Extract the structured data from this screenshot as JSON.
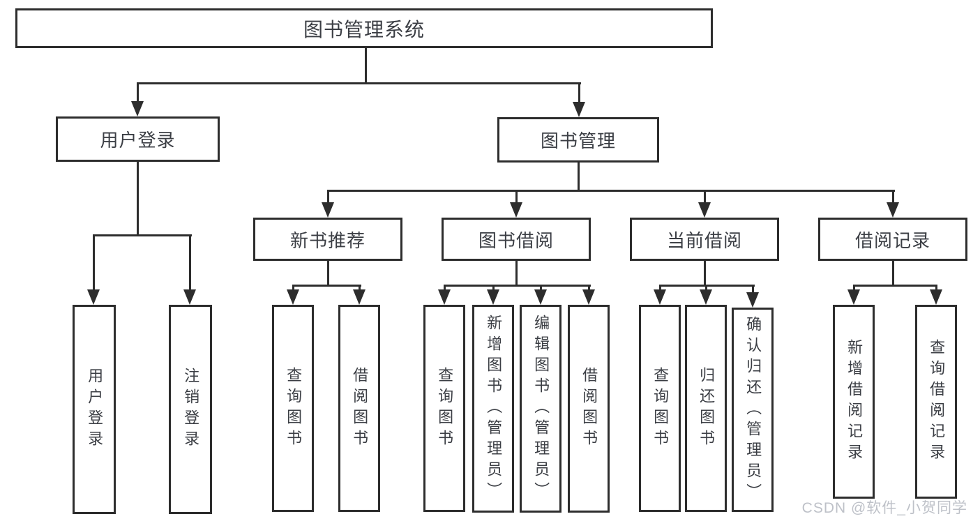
{
  "tree": {
    "label": "图书管理系统",
    "children": [
      {
        "label": "用户登录",
        "children": [
          {
            "label": "用户登录"
          },
          {
            "label": "注销登录"
          }
        ]
      },
      {
        "label": "图书管理",
        "children": [
          {
            "label": "新书推荐",
            "children": [
              {
                "label": "查询图书"
              },
              {
                "label": "借阅图书"
              }
            ]
          },
          {
            "label": "图书借阅",
            "children": [
              {
                "label": "查询图书"
              },
              {
                "label": "新增图书（管理员）"
              },
              {
                "label": "编辑图书（管理员）"
              },
              {
                "label": "借阅图书"
              }
            ]
          },
          {
            "label": "当前借阅",
            "children": [
              {
                "label": "查询图书"
              },
              {
                "label": "归还图书"
              },
              {
                "label": "确认归还（管理员）"
              }
            ]
          },
          {
            "label": "借阅记录",
            "children": [
              {
                "label": "新增借阅记录"
              },
              {
                "label": "查询借阅记录"
              }
            ]
          }
        ]
      }
    ]
  },
  "watermark": "CSDN @软件_小贺同学",
  "colors": {
    "line": "#2d2d2d",
    "text": "#3b3e44",
    "watermark": "#b7bbc3",
    "background": "#ffffff"
  }
}
